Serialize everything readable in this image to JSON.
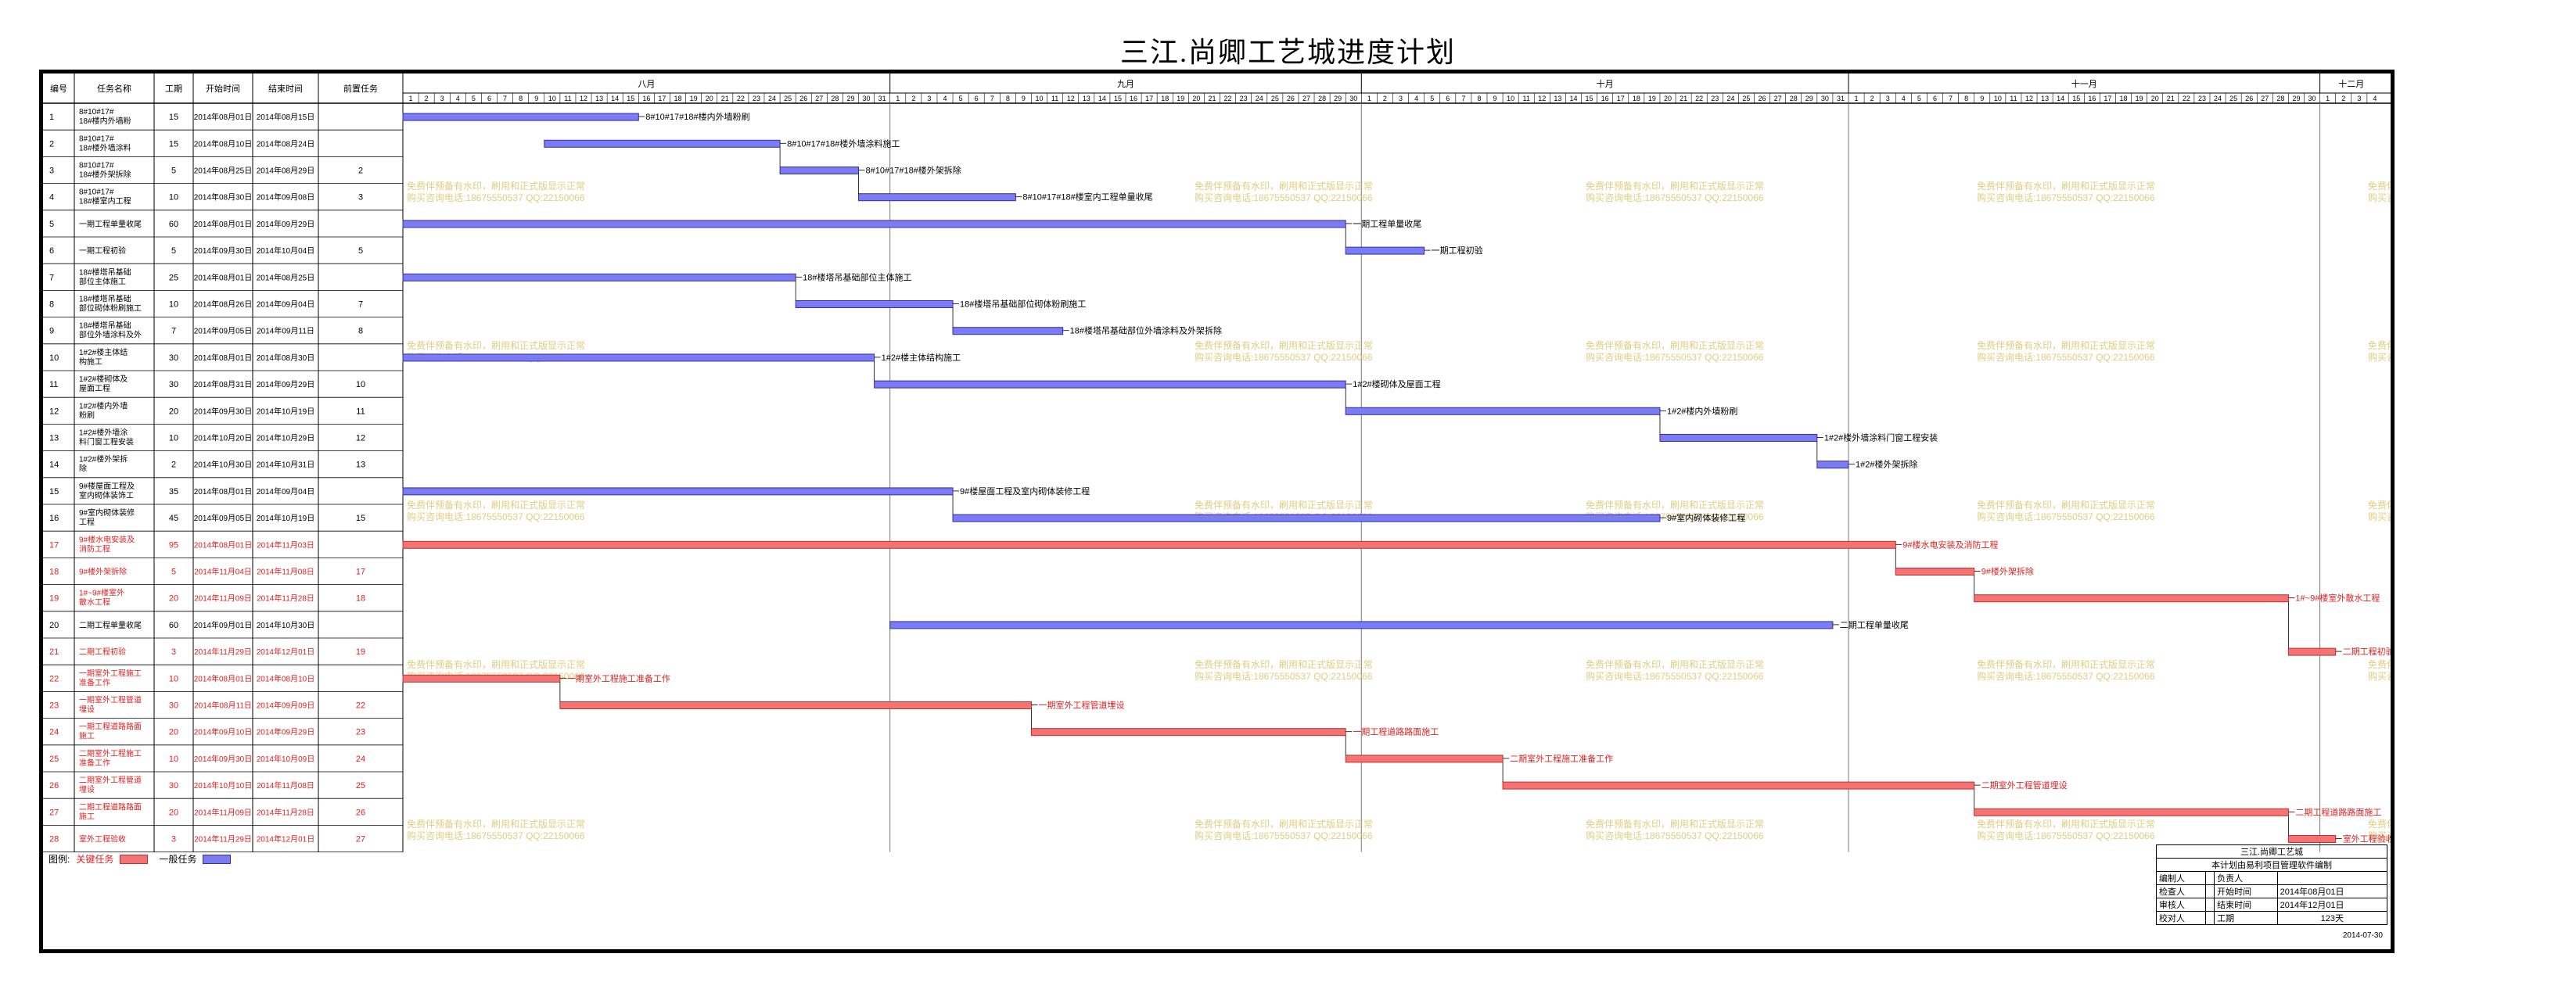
{
  "title": "三江.尚卿工艺城进度计划",
  "columns": [
    "编号",
    "任务名称",
    "工期",
    "开始时间",
    "结束时间",
    "前置任务"
  ],
  "months": [
    {
      "label": "八月",
      "days": 31
    },
    {
      "label": "九月",
      "days": 30
    },
    {
      "label": "十月",
      "days": 31
    },
    {
      "label": "十一月",
      "days": 30
    },
    {
      "label": "十二月",
      "days": 4
    }
  ],
  "watermark": [
    "免费伴预备有水印，刷用和正式版显示正常",
    "购买咨询电话:18675550537 QQ:22150066"
  ],
  "legend": {
    "label": "图例:",
    "critical": "关键任务",
    "normal": "一般任务"
  },
  "colors": {
    "critical": "#f47474",
    "normal": "#7b7bf2",
    "critical_text": "#e02020",
    "watermark": "#d8c060"
  },
  "info_box": {
    "project": "三江.尚卿工艺城",
    "software": "本计划由易利项目管理软件编制",
    "rows": [
      [
        "编制人",
        "",
        "负责人",
        ""
      ],
      [
        "检查人",
        "",
        "开始时间",
        "2014年08月01日"
      ],
      [
        "审核人",
        "",
        "结束时间",
        "2014年12月01日"
      ],
      [
        "校对人",
        "",
        "工期",
        "123天"
      ]
    ],
    "date": "2014-07-30"
  },
  "chart_data": {
    "type": "gantt",
    "title": "三江.尚卿工艺城进度计划",
    "x_axis_start": "2014-08-01",
    "x_axis_end": "2014-12-04",
    "tasks": [
      {
        "id": "1",
        "name": "8#10#17#18#楼内外墙粉刷",
        "duration": "15",
        "start": "2014年08月01日",
        "end": "2014年08月15日",
        "pred": "",
        "critical": false,
        "bar_start": "2014-08-01",
        "bar_end": "2014-08-15",
        "bar_label": "8#10#17#18#楼内外墙粉刷"
      },
      {
        "id": "2",
        "name": "8#10#17#18#楼外墙涂料施工",
        "duration": "15",
        "start": "2014年08月10日",
        "end": "2014年08月24日",
        "pred": "",
        "critical": false,
        "bar_start": "2014-08-10",
        "bar_end": "2014-08-24",
        "bar_label": "8#10#17#18#楼外墙涂料施工"
      },
      {
        "id": "3",
        "name": "8#10#17#18#楼外架拆除",
        "duration": "5",
        "start": "2014年08月25日",
        "end": "2014年08月29日",
        "pred": "2",
        "critical": false,
        "bar_start": "2014-08-25",
        "bar_end": "2014-08-29",
        "bar_label": "8#10#17#18#楼外架拆除"
      },
      {
        "id": "4",
        "name": "8#10#17#18#楼室内工程单量收尾",
        "duration": "10",
        "start": "2014年08月30日",
        "end": "2014年09月08日",
        "pred": "3",
        "critical": false,
        "bar_start": "2014-08-30",
        "bar_end": "2014-09-08",
        "bar_label": "8#10#17#18#楼室内工程单量收尾"
      },
      {
        "id": "5",
        "name": "一期工程单量收尾",
        "duration": "60",
        "start": "2014年08月01日",
        "end": "2014年09月29日",
        "pred": "",
        "critical": false,
        "bar_start": "2014-08-01",
        "bar_end": "2014-09-29",
        "bar_label": "一期工程单量收尾"
      },
      {
        "id": "6",
        "name": "一期工程初验",
        "duration": "5",
        "start": "2014年09月30日",
        "end": "2014年10月04日",
        "pred": "5",
        "critical": false,
        "bar_start": "2014-09-30",
        "bar_end": "2014-10-04",
        "bar_label": "一期工程初验"
      },
      {
        "id": "7",
        "name": "18#楼塔吊基础部位主体施工",
        "duration": "25",
        "start": "2014年08月01日",
        "end": "2014年08月25日",
        "pred": "",
        "critical": false,
        "bar_start": "2014-08-01",
        "bar_end": "2014-08-25",
        "bar_label": "18#楼塔吊基础部位主体施工"
      },
      {
        "id": "8",
        "name": "18#楼塔吊基础部位砌体粉刷施工",
        "duration": "10",
        "start": "2014年08月26日",
        "end": "2014年09月04日",
        "pred": "7",
        "critical": false,
        "bar_start": "2014-08-26",
        "bar_end": "2014-09-04",
        "bar_label": "18#楼塔吊基础部位砌体粉刷施工"
      },
      {
        "id": "9",
        "name": "18#楼塔吊基础部位外墙涂料及外架拆除",
        "duration": "7",
        "start": "2014年09月05日",
        "end": "2014年09月11日",
        "pred": "8",
        "critical": false,
        "bar_start": "2014-09-05",
        "bar_end": "2014-09-11",
        "bar_label": "18#楼塔吊基础部位外墙涂料及外架拆除"
      },
      {
        "id": "10",
        "name": "1#2#楼主体结构施工",
        "duration": "30",
        "start": "2014年08月01日",
        "end": "2014年08月30日",
        "pred": "",
        "critical": false,
        "bar_start": "2014-08-01",
        "bar_end": "2014-08-30",
        "bar_label": "1#2#楼主体结构施工"
      },
      {
        "id": "11",
        "name": "1#2#楼砌体及屋面工程",
        "duration": "30",
        "start": "2014年08月31日",
        "end": "2014年09月29日",
        "pred": "10",
        "critical": false,
        "bar_start": "2014-08-31",
        "bar_end": "2014-09-29",
        "bar_label": "1#2#楼砌体及屋面工程"
      },
      {
        "id": "12",
        "name": "1#2#楼内外墙粉刷",
        "duration": "20",
        "start": "2014年09月30日",
        "end": "2014年10月19日",
        "pred": "11",
        "critical": false,
        "bar_start": "2014-09-30",
        "bar_end": "2014-10-19",
        "bar_label": "1#2#楼内外墙粉刷"
      },
      {
        "id": "13",
        "name": "1#2#楼外墙涂料门窗工程安装",
        "duration": "10",
        "start": "2014年10月20日",
        "end": "2014年10月29日",
        "pred": "12",
        "critical": false,
        "bar_start": "2014-10-20",
        "bar_end": "2014-10-29",
        "bar_label": "1#2#楼外墙涂料门窗工程安装"
      },
      {
        "id": "14",
        "name": "1#2#楼外架拆除",
        "duration": "2",
        "start": "2014年10月30日",
        "end": "2014年10月31日",
        "pred": "13",
        "critical": false,
        "bar_start": "2014-10-30",
        "bar_end": "2014-10-31",
        "bar_label": "1#2#楼外架拆除"
      },
      {
        "id": "15",
        "name": "9#楼屋面工程及室内砌体装饰工",
        "duration": "35",
        "start": "2014年08月01日",
        "end": "2014年09月04日",
        "pred": "",
        "critical": false,
        "bar_start": "2014-08-01",
        "bar_end": "2014-09-04",
        "bar_label": "9#楼屋面工程及室内砌体装修工程"
      },
      {
        "id": "16",
        "name": "9#室内砌体装修工程",
        "duration": "45",
        "start": "2014年09月05日",
        "end": "2014年10月19日",
        "pred": "15",
        "critical": false,
        "bar_start": "2014-09-05",
        "bar_end": "2014-10-19",
        "bar_label": "9#室内砌体装修工程"
      },
      {
        "id": "17",
        "name": "9#楼水电安装及消防工程",
        "duration": "95",
        "start": "2014年08月01日",
        "end": "2014年11月03日",
        "pred": "",
        "critical": true,
        "bar_start": "2014-08-01",
        "bar_end": "2014-11-03",
        "bar_label": "9#楼水电安装及消防工程"
      },
      {
        "id": "18",
        "name": "9#楼外架拆除",
        "duration": "5",
        "start": "2014年11月04日",
        "end": "2014年11月08日",
        "pred": "17",
        "critical": true,
        "bar_start": "2014-11-04",
        "bar_end": "2014-11-08",
        "bar_label": "9#楼外架拆除"
      },
      {
        "id": "19",
        "name": "1#~9#楼室外散水工程",
        "duration": "20",
        "start": "2014年11月09日",
        "end": "2014年11月28日",
        "pred": "18",
        "critical": true,
        "bar_start": "2014-11-09",
        "bar_end": "2014-11-28",
        "bar_label": "1#~9#楼室外散水工程"
      },
      {
        "id": "20",
        "name": "二期工程单量收尾",
        "duration": "60",
        "start": "2014年09月01日",
        "end": "2014年10月30日",
        "pred": "",
        "critical": false,
        "bar_start": "2014-09-01",
        "bar_end": "2014-10-30",
        "bar_label": "二期工程单量收尾"
      },
      {
        "id": "21",
        "name": "二期工程初验",
        "duration": "3",
        "start": "2014年11月29日",
        "end": "2014年12月01日",
        "pred": "19",
        "critical": true,
        "bar_start": "2014-11-29",
        "bar_end": "2014-12-01",
        "bar_label": "二期工程初验"
      },
      {
        "id": "22",
        "name": "一期室外工程施工准备工作",
        "duration": "10",
        "start": "2014年08月01日",
        "end": "2014年08月10日",
        "pred": "",
        "critical": true,
        "bar_start": "2014-08-01",
        "bar_end": "2014-08-10",
        "bar_label": "一期室外工程施工准备工作"
      },
      {
        "id": "23",
        "name": "一期室外工程管道埋设",
        "duration": "30",
        "start": "2014年08月11日",
        "end": "2014年09月09日",
        "pred": "22",
        "critical": true,
        "bar_start": "2014-08-11",
        "bar_end": "2014-09-09",
        "bar_label": "一期室外工程管道埋设"
      },
      {
        "id": "24",
        "name": "一期工程道路路面施工",
        "duration": "20",
        "start": "2014年09月10日",
        "end": "2014年09月29日",
        "pred": "23",
        "critical": true,
        "bar_start": "2014-09-10",
        "bar_end": "2014-09-29",
        "bar_label": "一期工程道路路面施工"
      },
      {
        "id": "25",
        "name": "二期室外工程施工准备工作",
        "duration": "10",
        "start": "2014年09月30日",
        "end": "2014年10月09日",
        "pred": "24",
        "critical": true,
        "bar_start": "2014-09-30",
        "bar_end": "2014-10-09",
        "bar_label": "二期室外工程施工准备工作"
      },
      {
        "id": "26",
        "name": "二期室外工程管道埋设",
        "duration": "30",
        "start": "2014年10月10日",
        "end": "2014年11月08日",
        "pred": "25",
        "critical": true,
        "bar_start": "2014-10-10",
        "bar_end": "2014-11-08",
        "bar_label": "二期室外工程管道埋设"
      },
      {
        "id": "27",
        "name": "二期工程道路路面施工",
        "duration": "20",
        "start": "2014年11月09日",
        "end": "2014年11月28日",
        "pred": "26",
        "critical": true,
        "bar_start": "2014-11-09",
        "bar_end": "2014-11-28",
        "bar_label": "二期工程道路路面施工"
      },
      {
        "id": "28",
        "name": "室外工程验收",
        "duration": "3",
        "start": "2014年11月29日",
        "end": "2014年12月01日",
        "pred": "27",
        "critical": true,
        "bar_start": "2014-11-29",
        "bar_end": "2014-12-01",
        "bar_label": "室外工程验收"
      }
    ]
  }
}
